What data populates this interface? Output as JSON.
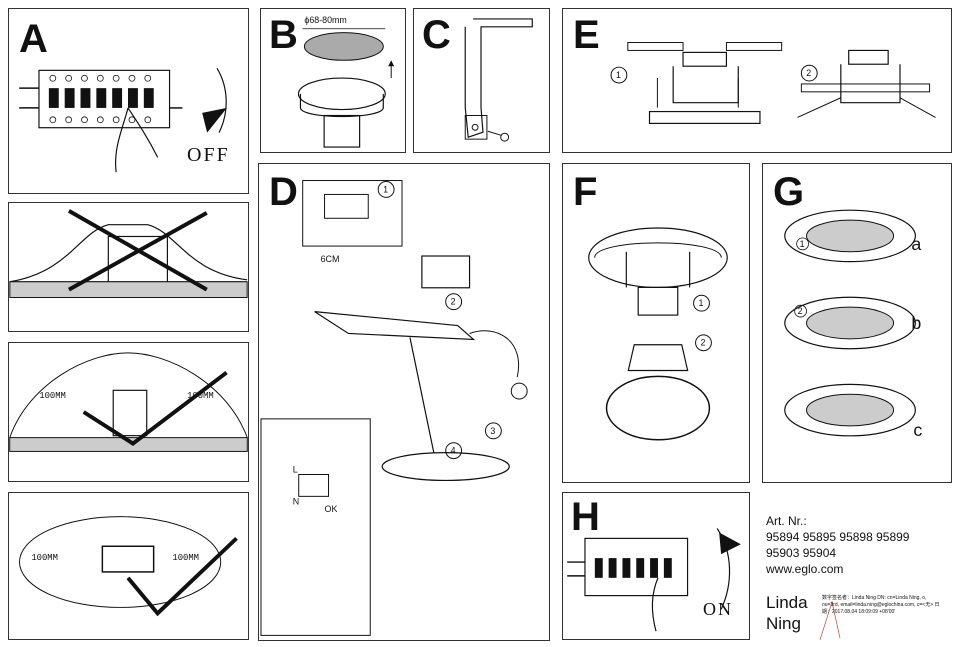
{
  "panels": {
    "A": {
      "letter": "A",
      "caption": "OFF"
    },
    "B": {
      "letter": "B",
      "diameter": "ϕ68-80mm"
    },
    "C": {
      "letter": "C"
    },
    "D": {
      "letter": "D",
      "distance": "6CM",
      "step1": "1",
      "step2": "2",
      "step3": "3",
      "step4": "4",
      "term_l": "L",
      "term_n": "N",
      "ok": "OK"
    },
    "E": {
      "letter": "E",
      "step1": "1",
      "step2": "2"
    },
    "F": {
      "letter": "F",
      "step1": "1",
      "step2": "2"
    },
    "G": {
      "letter": "G",
      "step1": "1",
      "step2": "2",
      "sub_a": "a",
      "sub_b": "b",
      "sub_c": "c"
    },
    "H": {
      "letter": "H",
      "caption": "ON"
    },
    "clearance": {
      "dist": "100MM"
    }
  },
  "article": {
    "heading": "Art. Nr.:",
    "line1": "95894 95895 95898 95899",
    "line2": "95903 95904",
    "url": "www.eglo.com"
  },
  "signature": {
    "name": "Linda Ning",
    "details": "数字签名者：Linda Ning DN: cn=Linda Ning, o, ou=3rd, email=linda.ning@eglochina.com, c=<无> 日期：2017.08.04 18:09:09 +08'00'"
  },
  "colors": {
    "line": "#111111",
    "paper": "#ffffff",
    "sig_accent": "#d04040"
  }
}
